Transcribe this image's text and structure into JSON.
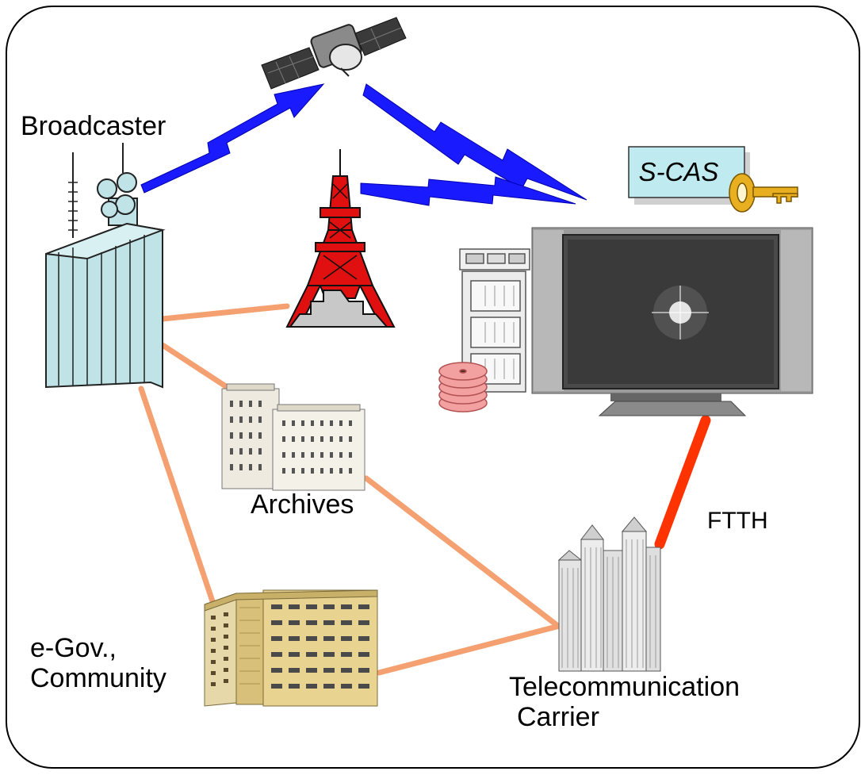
{
  "labels": {
    "broadcaster": "Broadcaster",
    "archives": "Archives",
    "ftth": "FTTH",
    "egov_line1": "e-Gov.,",
    "egov_line2": "Community",
    "carrier_line1": "Telecommunication",
    "carrier_line2": "Carrier",
    "scas": "S-CAS"
  },
  "colors": {
    "wireless_arrow": "#1a1aff",
    "wired_link": "#f5a070",
    "ftth_link": "#ff3300",
    "frame": "#000000",
    "tower": "#e01010",
    "building_teal": "#bfe3e6",
    "scas_box": "#bfeaf0",
    "key": "#e8b020",
    "disk_stack": "#f2a0a0"
  },
  "icons": {
    "satellite": "satellite-icon",
    "broadcast_building": "broadcast-building-icon",
    "tv_tower": "tv-tower-icon",
    "archives_building": "archives-building-icon",
    "egov_building": "apartment-building-icon",
    "carrier_building": "skyscraper-icon",
    "tv": "flat-tv-icon",
    "server": "server-rack-icon",
    "disks": "disk-stack-icon",
    "key": "key-icon"
  }
}
